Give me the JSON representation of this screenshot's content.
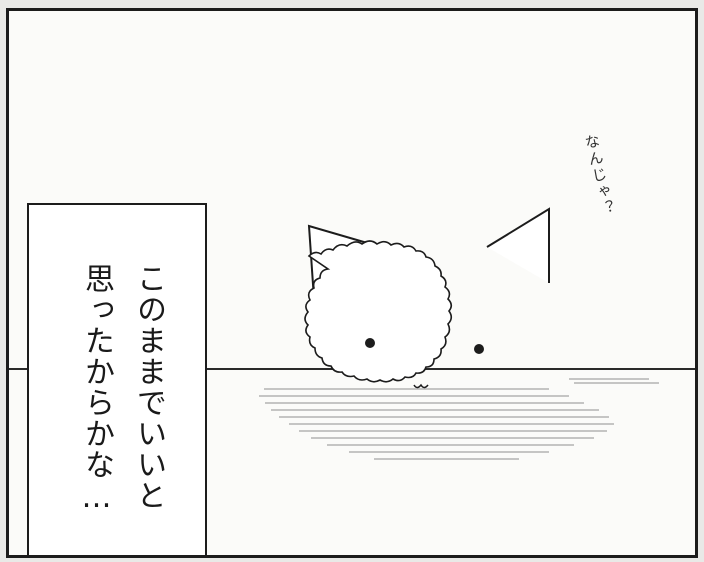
{
  "caption": {
    "line1": "このままでいいと",
    "line2": "思ったからかな…"
  },
  "sound_effect": "なんじゃ？",
  "character": "fluffy-white-cat",
  "colors": {
    "ink": "#1c1c1c",
    "paper": "#fbfbf9",
    "screentone": "#9a9a9a"
  }
}
